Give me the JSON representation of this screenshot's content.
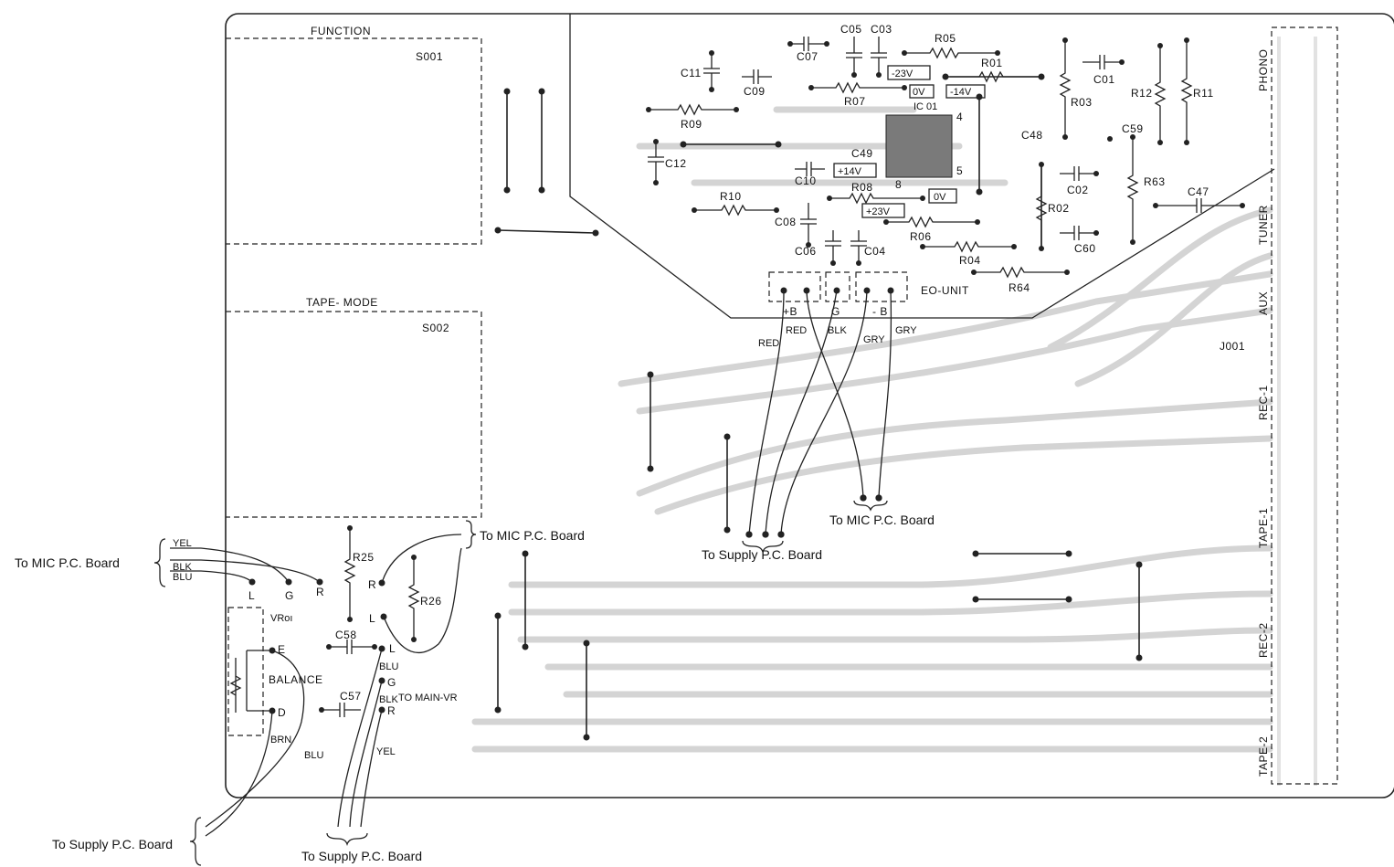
{
  "switches": {
    "function": {
      "title": "FUNCTION",
      "ref": "S001"
    },
    "tape_mode": {
      "title": "TAPE- MODE",
      "ref": "S002"
    }
  },
  "ic": {
    "ref": "IC 01",
    "pin4": "4",
    "pin5": "5",
    "pin8": "8"
  },
  "voltages": {
    "neg23": "-23V",
    "zero_top": "0V",
    "neg14": "-14V",
    "pos14": "+14V",
    "zero_bot": "0V",
    "pos23": "+23V"
  },
  "components": {
    "c11": "C11",
    "c09": "C09",
    "c07": "C07",
    "c05": "C05",
    "c03": "C03",
    "r05": "R05",
    "r01": "R01",
    "c01": "C01",
    "r12": "R12",
    "r11": "R11",
    "r03": "R03",
    "r07": "R07",
    "r09": "R09",
    "c48": "C48",
    "c59": "C59",
    "c12": "C12",
    "c49": "C49",
    "c10": "C10",
    "r08": "R08",
    "r02": "R02",
    "c02": "C02",
    "r63": "R63",
    "c47": "C47",
    "r10": "R10",
    "c08": "C08",
    "r06": "R06",
    "c06": "C06",
    "c04": "C04",
    "r04": "R04",
    "c60": "C60",
    "r64": "R64",
    "r25": "R25",
    "r26": "R26",
    "c58": "C58",
    "c57": "C57",
    "vr01": "VRoı"
  },
  "eo_unit": {
    "label": "EO-UNIT",
    "plus_b": "+B",
    "g": "G",
    "minus_b": "- B"
  },
  "wire_colors": {
    "red1": "RED",
    "red2": "RED",
    "blk": "BLK",
    "gry1": "GRY",
    "gry2": "GRY",
    "yel": "YEL",
    "blk2": "BLK",
    "blu": "BLU",
    "brn": "BRN",
    "blu2": "BLU",
    "blu3": "BLU",
    "blk3": "BLK",
    "yel2": "YEL"
  },
  "jacks": {
    "ref": "J001",
    "phono": "PHONO",
    "tuner": "TUNER",
    "aux": "AUX",
    "rec1": "REC-1",
    "tape1": "TAPE-1",
    "rec2": "REC-2",
    "tape2": "TAPE-2"
  },
  "connectors": {
    "l": "L",
    "g": "G",
    "r": "R",
    "r2": "R",
    "l2": "L",
    "e": "E",
    "d": "D",
    "l3": "L",
    "g3": "G",
    "r3": "R",
    "balance": "BALANCE"
  },
  "destinations": {
    "mic_left": "To MIC P.C. Board",
    "mic_mid": "To MIC P.C. Board",
    "mic_right": "To MIC P.C. Board",
    "supply_mid": "To Supply P.C. Board",
    "supply_left": "To Supply P.C. Board",
    "supply_bottom": "To Supply P.C. Board",
    "main_vr": "TO MAIN-VR"
  }
}
